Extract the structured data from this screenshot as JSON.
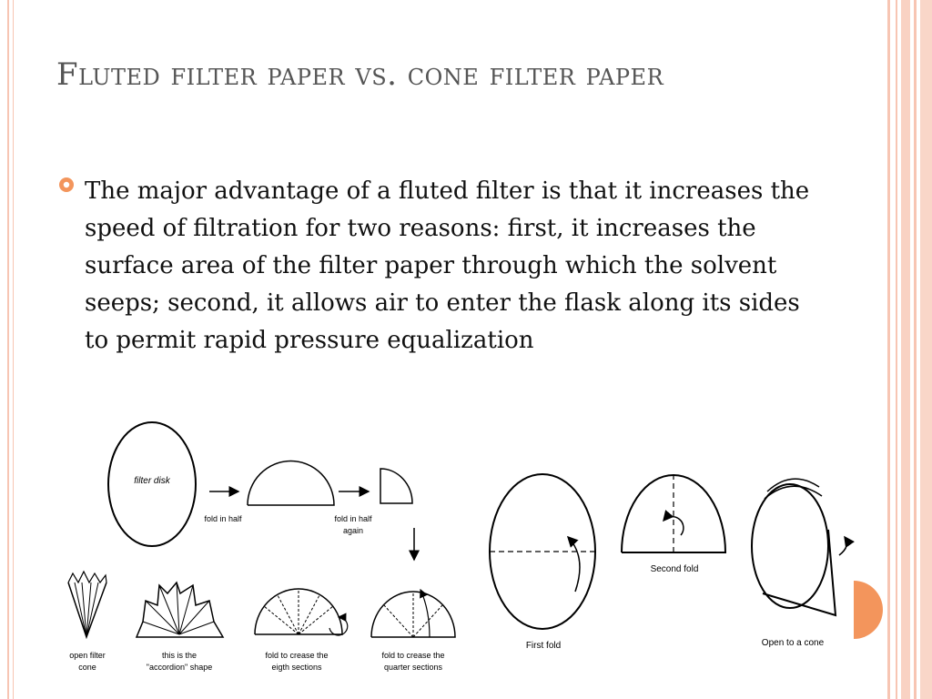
{
  "slide": {
    "title": "Fluted filter paper vs. cone filter paper",
    "bullet": "The major advantage of a fluted filter is that it increases the speed of filtration for two reasons: first, it increases the surface area of the filter paper through which the solvent seeps; second, it allows air to enter the flask along its sides to permit rapid pressure equalization",
    "accent_color": "#F3955C",
    "border_color": "#F7C5B3"
  },
  "fluted_diagram": {
    "disk_label": "filter disk",
    "step1_label": "fold in half",
    "step2_label_line1": "fold in half",
    "step2_label_line2": "again",
    "cone_label_line1": "open filter",
    "cone_label_line2": "cone",
    "accordion_label_line1": "this is the",
    "accordion_label_line2": "\"accordion\" shape",
    "eighths_label_line1": "fold to crease the",
    "eighths_label_line2": "eigth sections",
    "quarters_label_line1": "fold to crease the",
    "quarters_label_line2": "quarter sections"
  },
  "cone_diagram": {
    "first_fold_label": "First fold",
    "second_fold_label": "Second fold",
    "open_cone_label": "Open to a cone"
  }
}
